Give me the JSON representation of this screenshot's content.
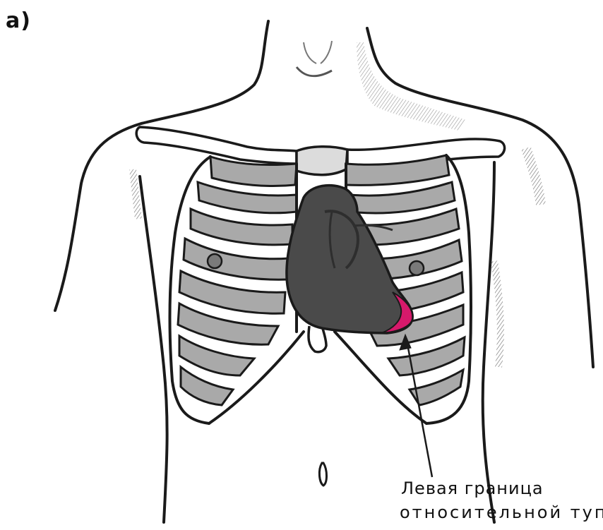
{
  "figure": {
    "panel_label": "а)",
    "callout": {
      "line1": "Левая граница",
      "line2": "относительной туп"
    },
    "colors": {
      "outline": "#1a1a1a",
      "skin": "#ffffff",
      "rib_shade": "#a9a9a9",
      "heart": "#4a4a4a",
      "heart_dark": "#2e2e2e",
      "relative_dullness_zone": "#d6196b"
    },
    "icons": [
      "torso-outline-icon",
      "rib-cage-icon",
      "heart-icon",
      "nipple-icon",
      "arrow-icon"
    ]
  }
}
